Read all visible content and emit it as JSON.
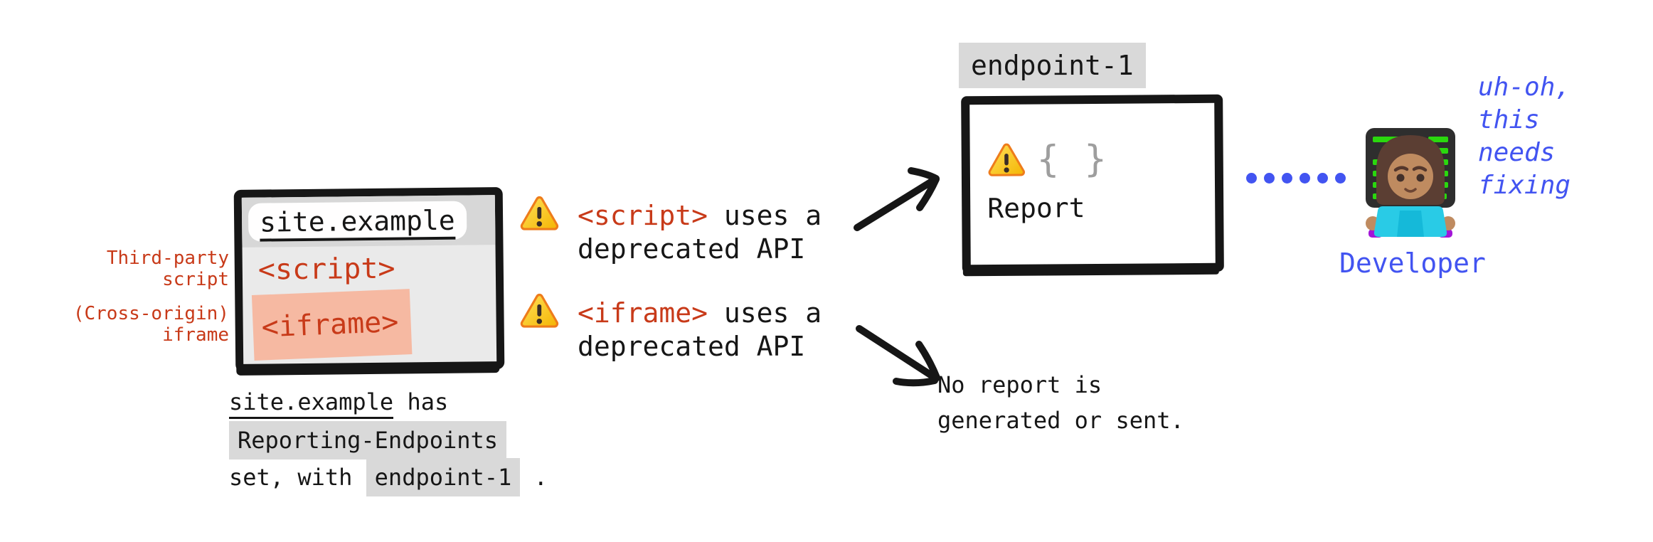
{
  "colors": {
    "ink": "#161616",
    "red": "#c83a19",
    "salmon": "#f6b9a2",
    "chip": "#d9d9d9",
    "blue": "#4254f1",
    "window_body": "#eaeaea",
    "window_titlebar": "#d7d7d7",
    "brace": "#9e9e9e",
    "warning_yellow": "#fdd23a",
    "warning_orange": "#ee7c1b"
  },
  "browser_window": {
    "title": "site.example",
    "script_tag": "<script>",
    "iframe_tag": "<iframe>"
  },
  "side_labels": {
    "third_party_line1": "Third-party",
    "third_party_line2": "script",
    "cross_origin_line1": "(Cross-origin)",
    "cross_origin_line2": "iframe"
  },
  "messages": {
    "script": {
      "tag": "<script>",
      "suffix": " uses a",
      "line2": "deprecated API"
    },
    "iframe": {
      "tag": "<iframe>",
      "suffix": " uses a",
      "line2": "deprecated API"
    }
  },
  "endpoint": {
    "label": "endpoint-1",
    "braces": "{ }",
    "report": "Report"
  },
  "no_report": {
    "line1": "No report is",
    "line2": "generated or sent."
  },
  "developer": {
    "quote_lines": [
      "uh-oh,",
      "this",
      "needs",
      "fixing"
    ],
    "label": "Developer"
  },
  "caption": {
    "site": "site.example",
    "after_site": " has",
    "header_name": "Reporting-Endpoints",
    "set_with": "set, with ",
    "endpoint_name": "endpoint-1",
    "period": " ."
  },
  "dotted_line": {
    "count": 6
  }
}
